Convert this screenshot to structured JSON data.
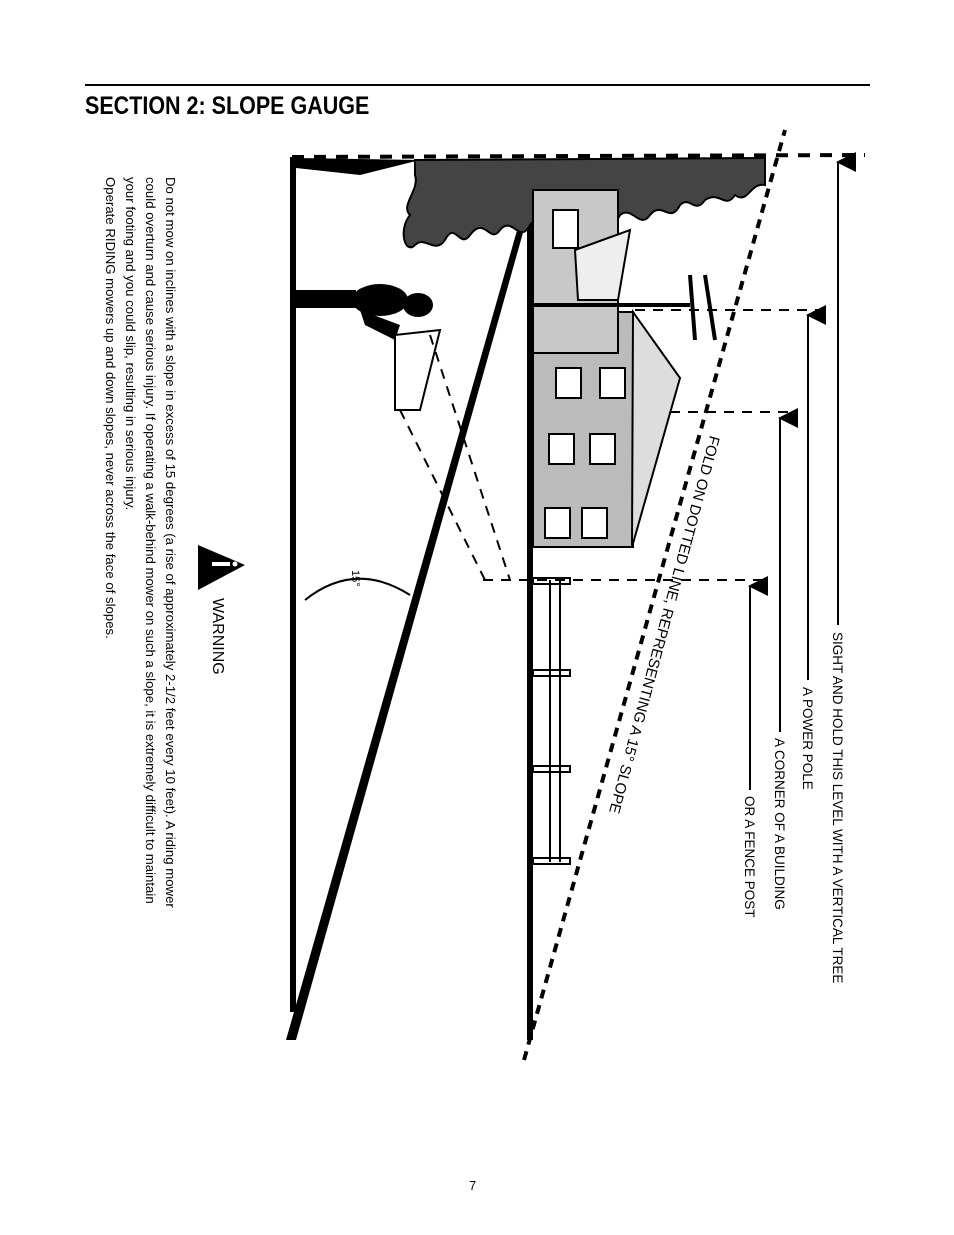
{
  "header": {
    "section_title": "SECTION 2:  SLOPE GAUGE"
  },
  "warning": {
    "label": "WARNING",
    "lines": [
      "Do not mow on inclines with a slope in excess of 15 degrees (a rise of approximately 2-1/2 feet every 10 feet).  A riding mower",
      "could overturn and cause serious injury. If operating a walk-behind mower on such a slope, it is extremely difficult to maintain",
      "your footing and you could slip, resulting in serious injury.",
      "Operate RIDING mowers up and down slopes, never across the face of slopes."
    ]
  },
  "diagram": {
    "angle_label": "15°",
    "fold_label": "FOLD ON DOTTED LINE, REPRESENTING A 15° SLOPE",
    "sight_labels": [
      "SIGHT AND HOLD THIS LEVEL WITH A VERTICAL TREE",
      "A POWER POLE",
      "A CORNER OF A BUILDING",
      "OR A FENCE POST"
    ]
  },
  "footer": {
    "page_number": "7"
  }
}
